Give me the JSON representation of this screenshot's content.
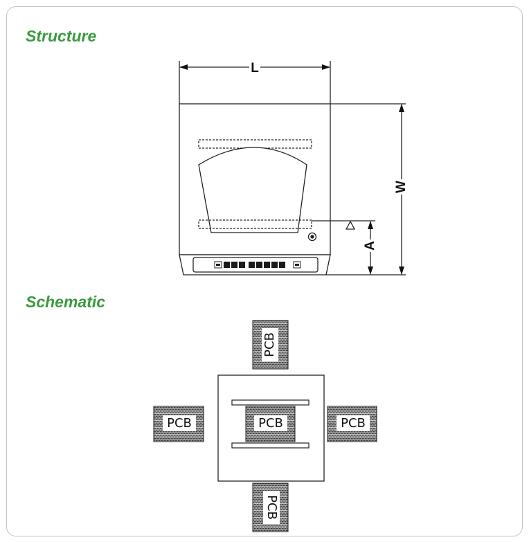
{
  "headings": {
    "structure": "Structure",
    "schematic": "Schematic"
  },
  "dimensions": {
    "length": "L",
    "width": "W",
    "height_a": "A"
  },
  "pcb": {
    "top": "PCB",
    "left": "PCB",
    "center": "PCB",
    "right": "PCB",
    "bottom": "PCB"
  },
  "colors": {
    "heading": "#3a9a3f",
    "line": "#222222",
    "border": "#c4c4c4"
  },
  "icons": {
    "warning": "triangle-icon",
    "knob": "target-icon"
  }
}
